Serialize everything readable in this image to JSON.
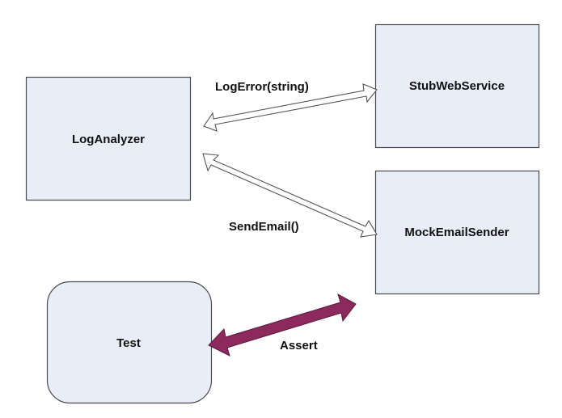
{
  "colors": {
    "box_fill": "#e8edf8",
    "box_stroke": "#4a4a4a",
    "hollow_arrow_fill": "#ffffff",
    "hollow_arrow_stroke": "#555555",
    "assert_arrow_fill": "#8c2a5e",
    "assert_arrow_stroke": "#5a1a3c"
  },
  "nodes": {
    "log_analyzer": "LogAnalyzer",
    "stub_web_service": "StubWebService",
    "mock_email_sender": "MockEmailSender",
    "test": "Test"
  },
  "edges": {
    "log_error": "LogError(string)",
    "send_email": "SendEmail()",
    "assert": "Assert"
  }
}
